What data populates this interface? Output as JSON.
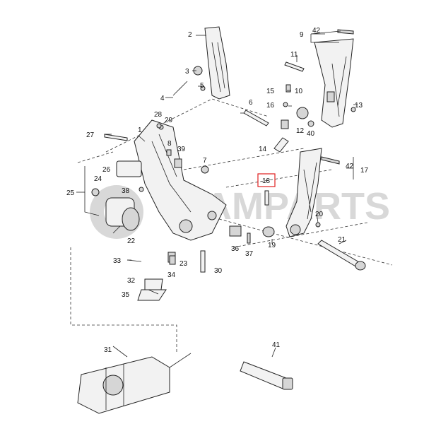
{
  "watermark": "KAMPARTS",
  "highlight_color": "#e02020",
  "callouts": {
    "c1": "1",
    "c2": "2",
    "c3": "3",
    "c4": "4",
    "c5": "5",
    "c6": "6",
    "c7": "7",
    "c8": "8",
    "c9": "9",
    "c10": "10",
    "c11": "11",
    "c12": "12",
    "c13": "13",
    "c14": "14",
    "c15": "15",
    "c16": "16",
    "c17": "17",
    "c18": "18",
    "c19": "19",
    "c20": "20",
    "c21": "21",
    "c22": "22",
    "c23": "23",
    "c24": "24",
    "c25": "25",
    "c26": "26",
    "c27": "27",
    "c28": "28",
    "c29": "29",
    "c30": "30",
    "c31": "31",
    "c32": "32",
    "c33": "33",
    "c34": "34",
    "c35": "35",
    "c36": "36",
    "c37": "37",
    "c38": "38",
    "c39": "39",
    "c40": "40",
    "c41": "41",
    "c42a": "42",
    "c42b": "42"
  }
}
